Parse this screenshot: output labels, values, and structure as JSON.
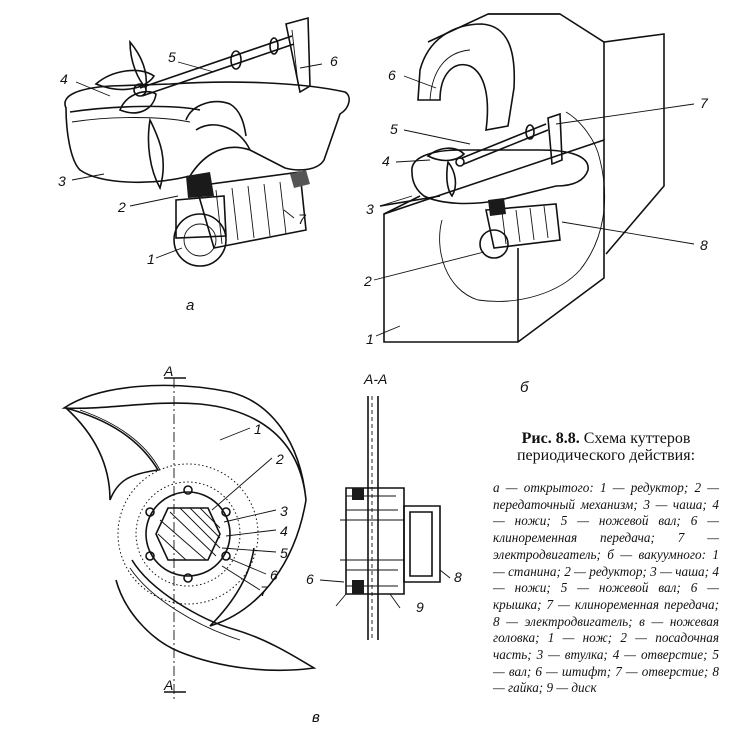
{
  "figure": {
    "caption_number": "Рис. 8.8.",
    "caption_title": "Схема куттеров периодического действия:",
    "caption_body": "а — открытого: 1 — редуктор; 2 — передаточный механизм; 3 — чаша; 4 — ножи; 5 — ножевой вал; 6 — клиноременная передача; 7 — электродвигатель; б — вакуумного: 1 — станина; 2 — редуктор; 3 — чаша; 4 — ножи; 5 — ножевой вал; 6 — крышка; 7 — клиноременная передача; 8 — электродвигатель; в — ножевая головка; 1 — нож; 2 — посадочная часть; 3 — втулка; 4 — отверстие; 5 — вал; 6 — штифт; 7 — отверстие; 8 — гайка; 9 — диск"
  },
  "panels": {
    "a": {
      "letter": "а",
      "callouts": [
        "1",
        "2",
        "3",
        "4",
        "5",
        "6",
        "7"
      ]
    },
    "b": {
      "letter": "б",
      "callouts": [
        "1",
        "2",
        "3",
        "4",
        "5",
        "6",
        "7",
        "8"
      ]
    },
    "c": {
      "letter": "в",
      "section_mark": "А",
      "section_title": "А-А",
      "callouts": [
        "1",
        "2",
        "3",
        "4",
        "5",
        "6",
        "7"
      ],
      "section_callouts": [
        "6",
        "8",
        "9"
      ]
    }
  }
}
